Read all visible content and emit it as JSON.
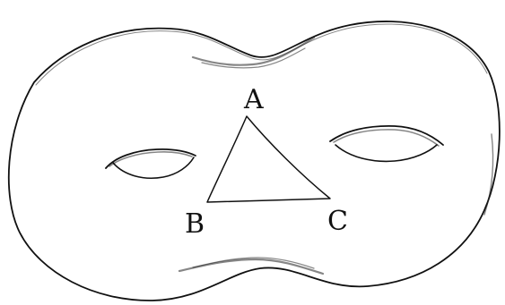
{
  "labels": {
    "a": "A",
    "b": "B",
    "c": "C"
  },
  "colors": {
    "ink": "#111111",
    "background": "#ffffff"
  }
}
